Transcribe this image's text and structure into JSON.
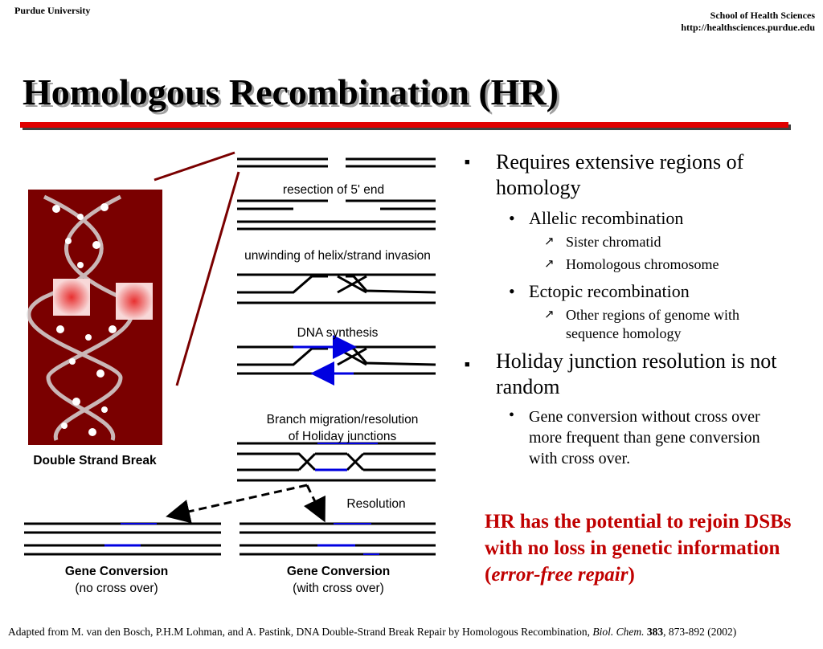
{
  "header": {
    "left": "Purdue University",
    "right_line1": "School of Health Sciences",
    "right_line2": "http://healthsciences.purdue.edu"
  },
  "title": "Homologous Recombination (HR)",
  "colors": {
    "accent_red": "#e00000",
    "dark_red": "#7a0000",
    "note_red": "#c00000",
    "dna_blue": "#0000e0"
  },
  "diagram": {
    "dsb_label": "Double Strand Break",
    "step1": "resection of 5' end",
    "step2": "unwinding of helix/strand invasion",
    "step3": "DNA synthesis",
    "step4_line1": "Branch migration/resolution",
    "step4_line2": "of Holiday junctions",
    "step5": "Resolution",
    "out1_title": "Gene Conversion",
    "out1_sub": "(no cross over)",
    "out2_title": "Gene Conversion",
    "out2_sub": "(with cross over)"
  },
  "bullets": {
    "b1": "Requires extensive regions of homology",
    "b1_1": "Allelic recombination",
    "b1_1_1": "Sister chromatid",
    "b1_1_2": "Homologous chromosome",
    "b1_2": "Ectopic recombination",
    "b1_2_1": "Other regions of genome with sequence homology",
    "b2": "Holiday junction resolution is not random",
    "b2_1": "Gene conversion without cross over more frequent than gene conversion with cross over."
  },
  "note": {
    "text": "HR has the potential to rejoin DSBs with no loss in genetic information (",
    "italic": "error-free repair",
    "end": ")"
  },
  "citation": {
    "pre": "Adapted from M. van den Bosch, P.H.M Lohman, and A. Pastink, DNA Double-Strand Break Repair by Homologous Recombination, ",
    "journal": "Biol. Chem.",
    "vol": "383",
    "post": ", 873-892 (2002)"
  }
}
